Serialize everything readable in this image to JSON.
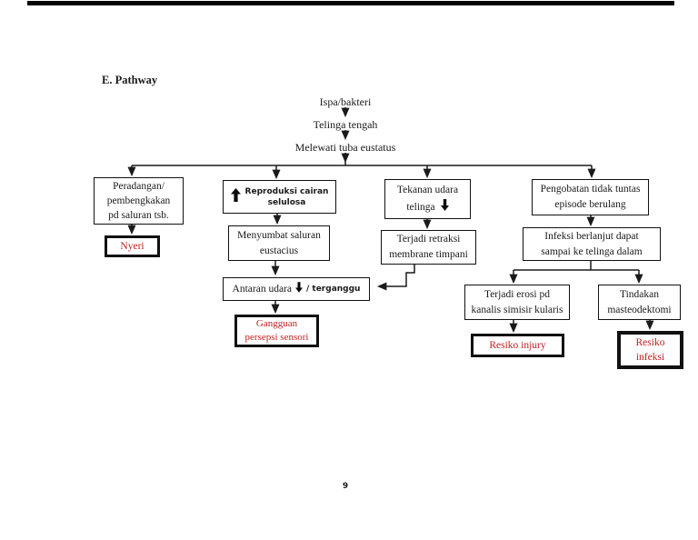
{
  "page": {
    "title": "E. Pathway",
    "page_number": "9"
  },
  "colors": {
    "risk_text": "#c11f1f",
    "connector": "#1a1a1a",
    "top_bar": "#050505",
    "box_border": "#111111"
  },
  "icons": {
    "increase_arrow": "solid up arrow (increase)",
    "decrease_arrow": "solid down arrow (decrease)"
  },
  "chain": {
    "step1": "Ispa/bakteri",
    "step2": "Telinga tengah",
    "step3": "Melewati tuba eustatus"
  },
  "boxes": {
    "peradangan": {
      "lines": [
        "Peradangan/",
        "pembengkakan",
        "pd saluran tsb."
      ]
    },
    "reproduksi": {
      "lines": [
        "Reproduksi cairan",
        "selulosa"
      ]
    },
    "tekanan": {
      "line1": "Tekanan udara",
      "line2": "telinga"
    },
    "pengobatan": {
      "lines": [
        "Pengobatan tidak tuntas",
        "episode berulang"
      ]
    },
    "nyeri": {
      "label": "Nyeri"
    },
    "menyumbat": {
      "lines": [
        "Menyumbat saluran",
        "eustacius"
      ]
    },
    "retraksi": {
      "lines": [
        "Terjadi retraksi",
        "membrane timpani"
      ]
    },
    "infeksi_berlanjut": {
      "lines": [
        "Infeksi berlanjut dapat",
        "sampai ke telinga dalam"
      ]
    },
    "antaran": {
      "part1": "Antaran udara",
      "part2": "/ terganggu"
    },
    "gangguan": {
      "lines": [
        "Gangguan",
        "persepsi sensori"
      ]
    },
    "erosi": {
      "lines": [
        "Terjadi erosi pd",
        "kanalis simisir kularis"
      ]
    },
    "tindakan": {
      "lines": [
        "Tindakan",
        "masteodektomi"
      ]
    },
    "resiko_injury": {
      "label": "Resiko injury"
    },
    "resiko_infeksi": {
      "lines": [
        "Resiko",
        "infeksi"
      ]
    }
  }
}
